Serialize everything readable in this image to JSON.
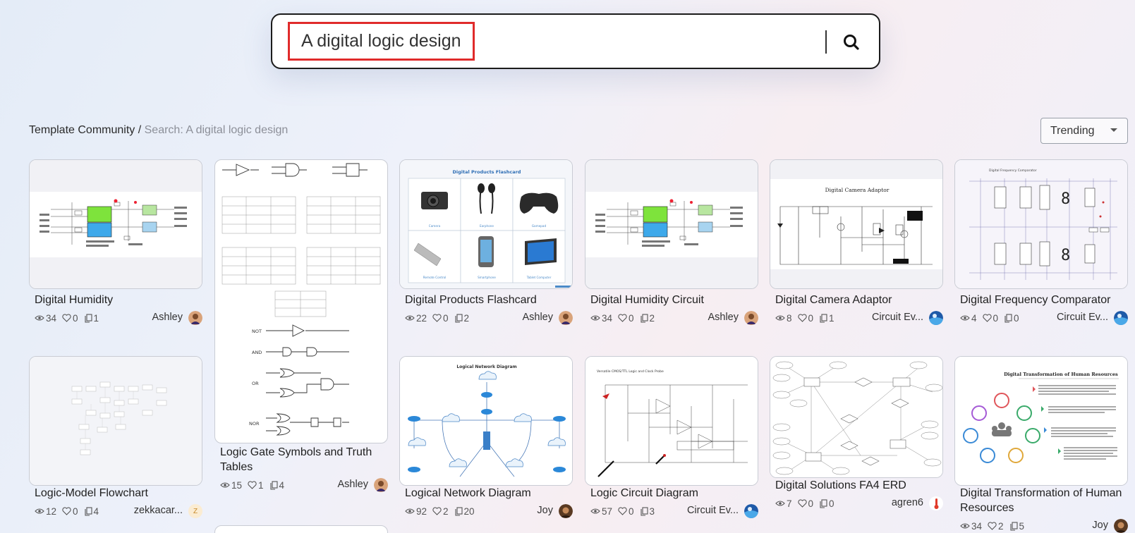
{
  "search": {
    "query": "A digital logic design"
  },
  "breadcrumb": {
    "root": "Template Community",
    "separator": " / ",
    "current": "Search: A digital logic design"
  },
  "sort": {
    "selected": "Trending"
  },
  "icons": {
    "search": "search-icon",
    "views": "eye-icon",
    "likes": "heart-icon",
    "copies": "copy-icon",
    "sort": "caret-down-icon"
  },
  "cards": [
    {
      "title": "Digital Humidity",
      "views": "34",
      "likes": "0",
      "copies": "1",
      "author": "Ashley"
    },
    {
      "title": "Logic Gate Symbols and Truth Tables",
      "views": "15",
      "likes": "1",
      "copies": "4",
      "author": "Ashley"
    },
    {
      "title": "Digital Products Flashcard",
      "views": "22",
      "likes": "0",
      "copies": "2",
      "author": "Ashley"
    },
    {
      "title": "Digital Humidity Circuit",
      "views": "34",
      "likes": "0",
      "copies": "2",
      "author": "Ashley"
    },
    {
      "title": "Digital Camera Adaptor",
      "views": "8",
      "likes": "0",
      "copies": "1",
      "author": "Circuit Ev..."
    },
    {
      "title": "Digital Frequency Comparator",
      "views": "4",
      "likes": "0",
      "copies": "0",
      "author": "Circuit Ev..."
    },
    {
      "title": "Logic-Model Flowchart",
      "views": "12",
      "likes": "0",
      "copies": "4",
      "author": "zekkacar...",
      "avatar_letter": "Z"
    },
    {
      "title": "Logical Network Diagram",
      "views": "92",
      "likes": "2",
      "copies": "20",
      "author": "Joy"
    },
    {
      "title": "Logic Circuit Diagram",
      "views": "57",
      "likes": "0",
      "copies": "3",
      "author": "Circuit Ev..."
    },
    {
      "title": "Digital Solutions FA4 ERD",
      "views": "7",
      "likes": "0",
      "copies": "0",
      "author": "agren6"
    },
    {
      "title": "Digital Transformation of Human Resources",
      "views": "34",
      "likes": "2",
      "copies": "5",
      "author": "Joy"
    }
  ],
  "thumb_text": {
    "flashcard_title": "Digital Products Flashcard",
    "flashcard_items": [
      "Camera",
      "Earphone",
      "Gamepad",
      "Remote Control",
      "Smartphone",
      "Tablet Computer"
    ],
    "camera_title": "Digital Camera Adaptor",
    "freq_title": "Digital Frequency Comparator",
    "network_title": "Logical Network Diagram",
    "circuit_title": "Versatile CMOS/TTL Logic and Clock Probe",
    "hr_title": "Digital Transformation of Human Resources",
    "gates": [
      "NOT",
      "AND",
      "OR",
      "NOR"
    ]
  }
}
